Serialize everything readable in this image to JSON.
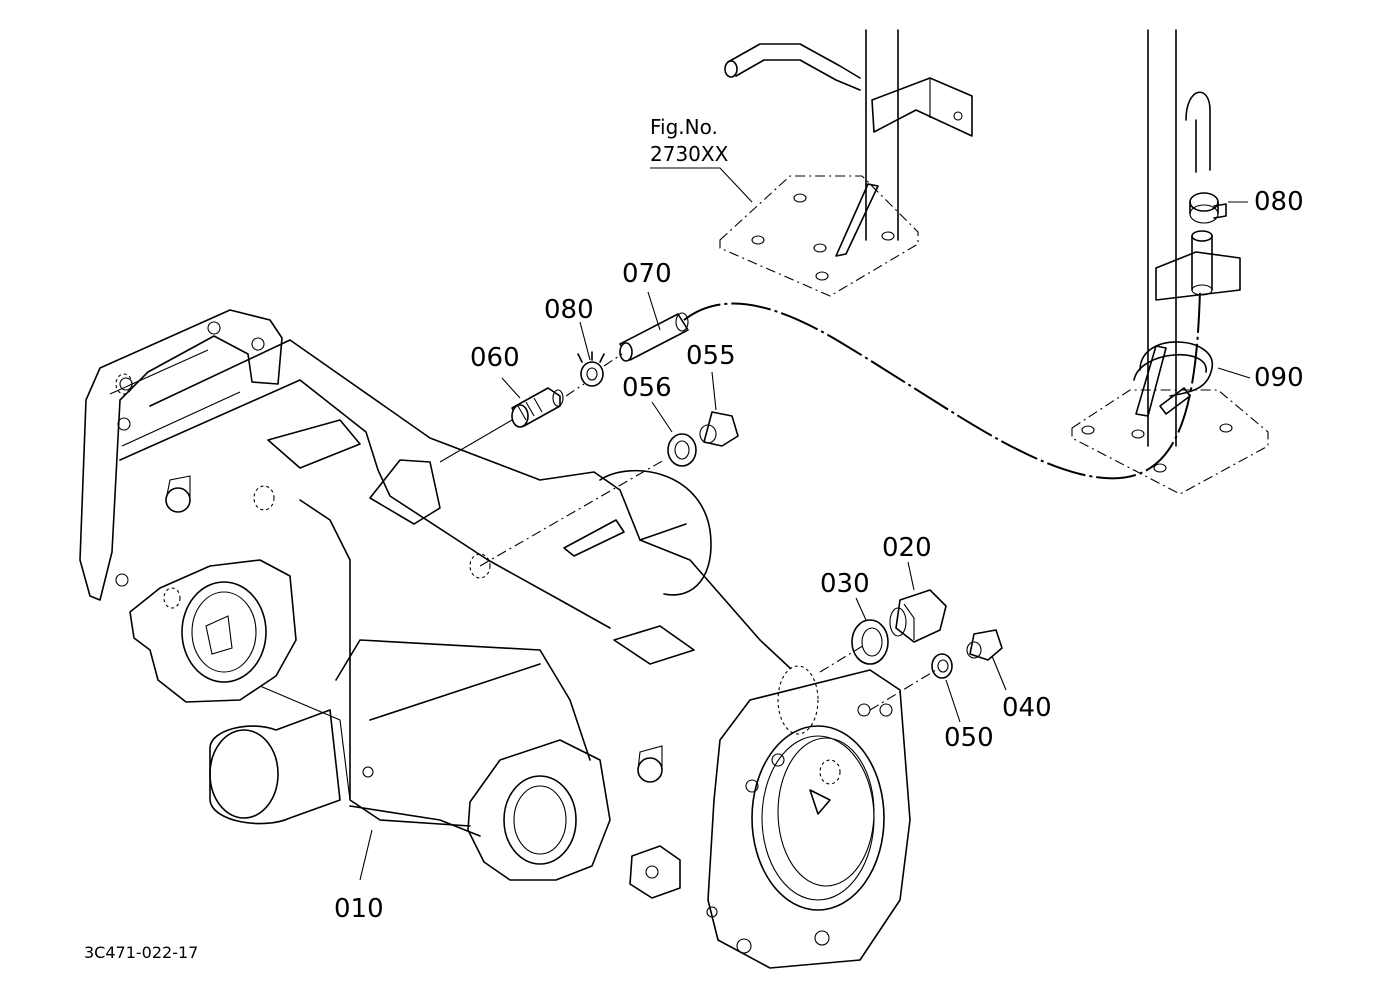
{
  "labels": {
    "p010": "010",
    "p020": "020",
    "p030": "030",
    "p040": "040",
    "p050": "050",
    "p055": "055",
    "p056": "056",
    "p060": "060",
    "p070": "070",
    "p080a": "080",
    "p080b": "080",
    "p090": "090"
  },
  "figure_reference": {
    "line1": "Fig.No.",
    "line2": "2730XX"
  },
  "drawing_code": "3C471-022-17"
}
